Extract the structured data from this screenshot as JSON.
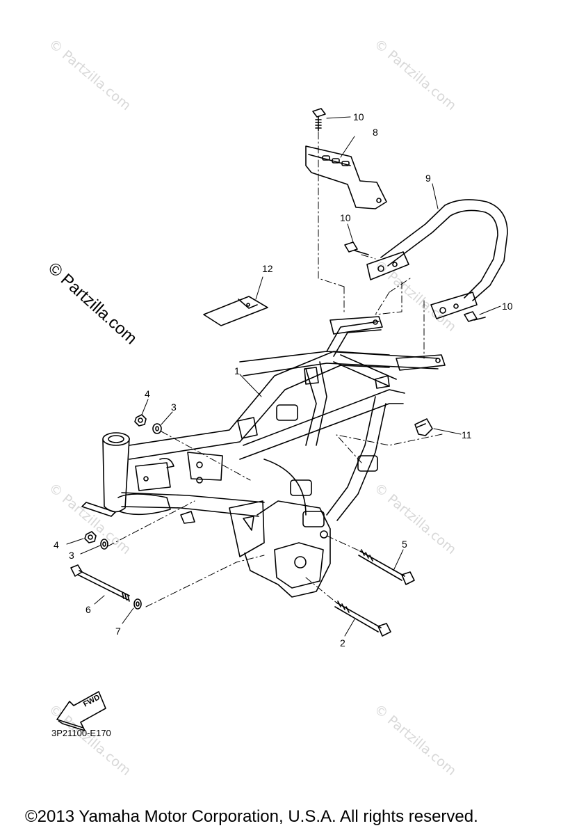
{
  "watermark": "© Partzilla.com",
  "callouts": {
    "c1": "1",
    "c2": "2",
    "c3a": "3",
    "c3b": "3",
    "c4a": "4",
    "c4b": "4",
    "c5": "5",
    "c6": "6",
    "c7": "7",
    "c8": "8",
    "c9": "9",
    "c10a": "10",
    "c10b": "10",
    "c10c": "10",
    "c11": "11",
    "c12": "12"
  },
  "fwd_label": "FWD",
  "diagram_code": "3P21100-E170",
  "copyright": "©2013 Yamaha Motor Corporation, U.S.A. All rights reserved."
}
